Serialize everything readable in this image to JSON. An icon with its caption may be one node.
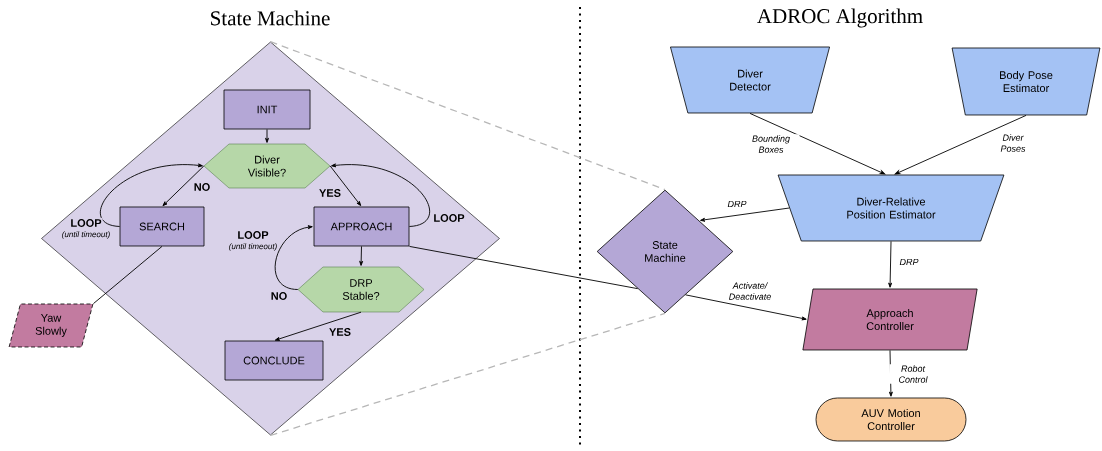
{
  "diagram": {
    "nodes": [
      {
        "text": [],
        "shape": "diamond"
      },
      {
        "text": [
          "INIT"
        ],
        "in": 0
      },
      {
        "text": [
          "Diver Visible?"
        ],
        "in": 0
      },
      {
        "text": [
          "SEARCH"
        ],
        "in": 0
      },
      {
        "text": [
          "APPROACH"
        ],
        "in": 0
      },
      {
        "text": [
          "DRP Stable?"
        ],
        "in": 0
      },
      {
        "text": [
          "CONCLUDE"
        ],
        "in": 0
      },
      {
        "text": [
          "Yaw Slowly"
        ]
      },
      {
        "text": [
          "State Machine"
        ]
      },
      {
        "text": [
          "Diver Detector"
        ]
      },
      {
        "text": [
          "Body Pose Estimator"
        ]
      },
      {
        "text": [
          "Diver-Relative Position Estimator"
        ]
      },
      {
        "text": [
          "Approach Controller"
        ]
      },
      {
        "text": [
          "AUV Motion Controller"
        ]
      }
    ],
    "edges": [
      {
        "from": 1,
        "to": 2,
        "arrow": "to"
      },
      {
        "from": 2,
        "to": 3,
        "arrow": "to",
        "label": "NO"
      },
      {
        "from": 2,
        "to": 4,
        "arrow": "to",
        "label": "YES"
      },
      {
        "from": 3,
        "to": 2,
        "arrow": "to",
        "label": "LOOP"
      },
      {
        "from": 4,
        "to": 2,
        "arrow": "to",
        "label": "LOOP"
      },
      {
        "from": 4,
        "to": 5,
        "arrow": "to"
      },
      {
        "from": 5,
        "to": 4,
        "arrow": "to",
        "label": "NO"
      },
      {
        "from": 5,
        "to": 6,
        "arrow": "to",
        "label": "YES"
      },
      {
        "from": 3,
        "to": 7,
        "arrow": "none"
      },
      {
        "from": 4,
        "to": 8,
        "arrow": "none"
      },
      {
        "from": 8,
        "to": 12,
        "arrow": "to",
        "label": "Activate/ Deactivate"
      },
      {
        "from": 9,
        "to": 11,
        "arrow": "to",
        "label": "Bounding Boxes"
      },
      {
        "from": 10,
        "to": 11,
        "arrow": "to",
        "label": "Diver Poses"
      },
      {
        "from": 11,
        "to": 8,
        "arrow": "to",
        "label": "DRP"
      },
      {
        "from": 11,
        "to": 12,
        "arrow": "to",
        "label": "DRP"
      },
      {
        "from": 12,
        "to": 13,
        "arrow": "to",
        "label": "Robot Control"
      },
      {
        "from": 0,
        "to": 8,
        "arrow": "none",
        "style": "dashed",
        "color": "#b7b7b7"
      },
      {
        "from": 0,
        "to": 8,
        "arrow": "none",
        "style": "dashed",
        "color": "#b7b7b7"
      }
    ],
    "labels": [
      "State Machine",
      "ADROC Algorithm",
      "(until timeout)",
      "LOOP",
      "(until timeout)"
    ]
  }
}
